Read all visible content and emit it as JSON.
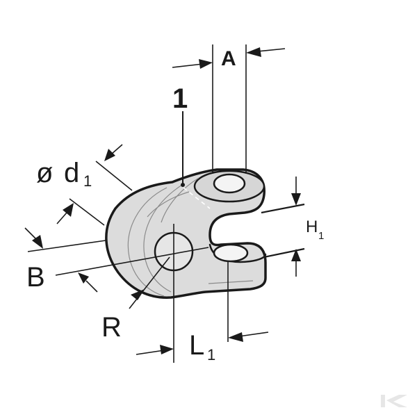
{
  "diagram": {
    "part_number": "1",
    "labels": {
      "A": "A",
      "d_symbol": "ø",
      "d_letter": "d",
      "d_sub": "1",
      "B": "B",
      "R": "R",
      "L_letter": "L",
      "L_sub": "1",
      "H_letter": "H",
      "H_sub": "1"
    },
    "colors": {
      "line": "#1a1a1a",
      "body": "#dcdcdc",
      "watermark": "#e6e6e6"
    }
  }
}
